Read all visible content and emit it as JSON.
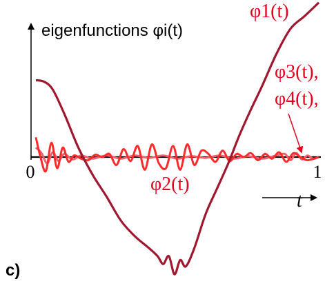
{
  "chart_data": {
    "type": "line",
    "title": "eigenfunctions φi(t)",
    "xlabel": "t",
    "ylabel": "",
    "xlim": [
      0,
      1
    ],
    "ylim": [
      -1.6,
      1.95
    ],
    "grid": false,
    "legend": "none",
    "ticks": {
      "x": [
        "0",
        "1"
      ]
    },
    "panel_label": "c)",
    "colors": {
      "phi1": "#a01830",
      "phi2": "#ff2a2a",
      "phi34": "#f0606a",
      "axis": "#000000",
      "label": "#e6001e"
    },
    "labels": {
      "phi1": "φ1(t)",
      "phi2": "φ2(t)",
      "phi34": [
        "φ3(t),",
        "φ4(t),"
      ]
    },
    "series": [
      {
        "id": "phi1",
        "x": [
          0.0,
          0.03,
          0.06,
          0.1,
          0.15,
          0.2,
          0.25,
          0.3,
          0.35,
          0.4,
          0.43,
          0.45,
          0.47,
          0.49,
          0.51,
          0.53,
          0.56,
          0.6,
          0.64,
          0.68,
          0.72,
          0.76,
          0.8,
          0.85,
          0.9,
          0.95,
          1.0
        ],
        "y": [
          0.97,
          0.95,
          0.85,
          0.55,
          0.12,
          -0.22,
          -0.5,
          -0.8,
          -1.0,
          -1.15,
          -1.25,
          -1.35,
          -1.25,
          -1.48,
          -1.3,
          -1.38,
          -1.15,
          -0.72,
          -0.4,
          -0.08,
          0.28,
          0.6,
          0.9,
          1.3,
          1.62,
          1.78,
          1.95
        ]
      },
      {
        "id": "phi2",
        "x": [
          0.0,
          0.015,
          0.035,
          0.055,
          0.075,
          0.095,
          0.115,
          0.135,
          0.16,
          0.185,
          0.21,
          0.235,
          0.26,
          0.285,
          0.31,
          0.335,
          0.36,
          0.385,
          0.41,
          0.435,
          0.46,
          0.485,
          0.51,
          0.535,
          0.56,
          0.585,
          0.61,
          0.635,
          0.66,
          0.685,
          0.71,
          0.735,
          0.76,
          0.785,
          0.81,
          0.835,
          0.86,
          0.885,
          0.91,
          0.935,
          0.96,
          1.0
        ],
        "y": [
          0.25,
          0.02,
          -0.18,
          0.18,
          -0.14,
          0.12,
          -0.06,
          0.02,
          -0.02,
          -0.04,
          0.03,
          0.0,
          0.04,
          -0.1,
          0.1,
          -0.05,
          0.14,
          -0.16,
          0.16,
          -0.08,
          -0.14,
          0.14,
          -0.16,
          0.16,
          -0.1,
          0.08,
          0.04,
          -0.06,
          0.08,
          -0.05,
          0.04,
          0.0,
          0.05,
          -0.04,
          0.04,
          -0.02,
          0.06,
          -0.06,
          0.05,
          0.0,
          -0.04,
          0.0
        ]
      },
      {
        "id": "phi34",
        "x": [
          0.0,
          0.02,
          0.04,
          0.06,
          0.08,
          0.1,
          0.13,
          0.16,
          0.2,
          0.25,
          0.3,
          0.35,
          0.4,
          0.45,
          0.5,
          0.55,
          0.6,
          0.65,
          0.7,
          0.75,
          0.8,
          0.85,
          0.88,
          0.9,
          0.92,
          0.94,
          0.96,
          0.98,
          1.0
        ],
        "y": [
          0.12,
          0.05,
          -0.08,
          0.06,
          -0.05,
          0.04,
          -0.03,
          0.02,
          -0.02,
          0.02,
          -0.02,
          0.02,
          -0.01,
          0.02,
          -0.02,
          0.01,
          -0.01,
          0.02,
          -0.02,
          0.01,
          -0.02,
          0.02,
          0.04,
          -0.04,
          0.05,
          -0.03,
          0.02,
          -0.02,
          0.0
        ]
      }
    ]
  }
}
